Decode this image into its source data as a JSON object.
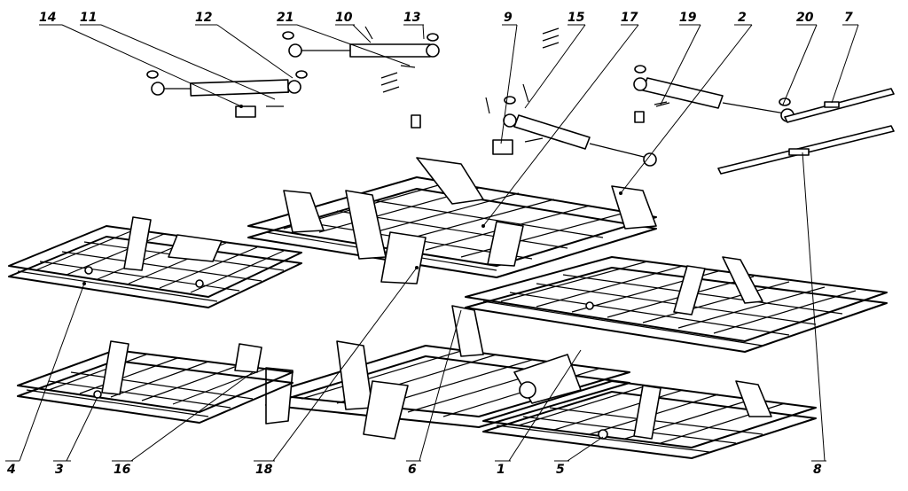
{
  "callouts": [
    {
      "id": "c14",
      "label": "14"
    },
    {
      "id": "c11",
      "label": "11"
    },
    {
      "id": "c12",
      "label": "12"
    },
    {
      "id": "c21",
      "label": "21"
    },
    {
      "id": "c10",
      "label": "10"
    },
    {
      "id": "c13",
      "label": "13"
    },
    {
      "id": "c9",
      "label": "9"
    },
    {
      "id": "c15",
      "label": "15"
    },
    {
      "id": "c17",
      "label": "17"
    },
    {
      "id": "c19",
      "label": "19"
    },
    {
      "id": "c2",
      "label": "2"
    },
    {
      "id": "c20",
      "label": "20"
    },
    {
      "id": "c7",
      "label": "7"
    },
    {
      "id": "c4",
      "label": "4"
    },
    {
      "id": "c3",
      "label": "3"
    },
    {
      "id": "c16",
      "label": "16"
    },
    {
      "id": "c18",
      "label": "18"
    },
    {
      "id": "c6",
      "label": "6"
    },
    {
      "id": "c1",
      "label": "1"
    },
    {
      "id": "c5",
      "label": "5"
    },
    {
      "id": "c8",
      "label": "8"
    }
  ]
}
